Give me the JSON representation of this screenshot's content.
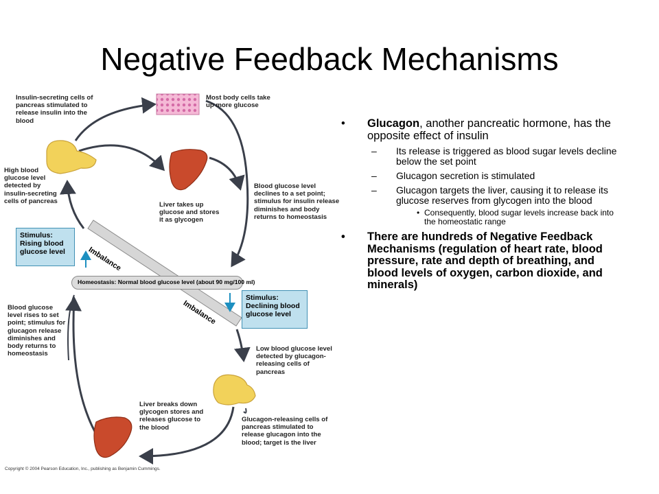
{
  "title": "Negative Feedback Mechanisms",
  "diagram": {
    "label_insulin_cells": "Insulin-secreting cells of pancreas stimulated to release insulin into the blood",
    "label_body_cells": "Most body cells take up more glucose",
    "label_high_glucose": "High blood glucose level detected by insulin-secreting cells of pancreas",
    "label_liver_takes_up": "Liver takes up glucose and stores it as glycogen",
    "label_declines": "Blood glucose level declines to a set point; stimulus for insulin release diminishes and body returns to homeostasis",
    "stimulus_rising": "Stimulus: Rising blood glucose level",
    "imbalance_top": "Imbalance",
    "homeostasis": "Homeostasis: Normal blood glucose level (about 90 mg/100 ml)",
    "imbalance_bottom": "Imbalance",
    "stimulus_declining": "Stimulus: Declining blood glucose level",
    "label_rises": "Blood glucose level rises to set point; stimulus for glucagon release diminishes and body returns to homeostasis",
    "label_low_glucose": "Low blood glucose level detected by glucagon-releasing cells of pancreas",
    "label_liver_breaks": "Liver breaks down glycogen stores and releases glucose to the blood",
    "label_glucagon_cells": "Glucagon-releasing cells of pancreas stimulated to release glucagon into the blood; target is the liver",
    "copyright": "Copyright © 2004 Pearson Education, Inc., publishing as Benjamin Cummings."
  },
  "bullets": {
    "b1_bold": "Glucagon",
    "b1_rest": ", another pancreatic hormone, has the opposite effect of insulin",
    "sub1": "Its release is triggered as blood sugar levels decline below the set point",
    "sub2": "Glucagon secretion is stimulated",
    "sub3": "Glucagon targets the liver, causing it to release its glucose reserves from glycogen into the blood",
    "subsub1": "Consequently, blood sugar levels increase back into the homeostatic range",
    "b2": "There are hundreds of Negative Feedback Mechanisms (regulation of heart rate, blood pressure, rate and depth of breathing, and blood levels of oxygen, carbon dioxide, and minerals)"
  },
  "markers": {
    "bullet": "•",
    "dash": "–"
  },
  "colors": {
    "stimulus_box": "#bfe0ee",
    "pancreas": "#f2d25a",
    "liver": "#c94a2c",
    "arrow": "#3a3f4a"
  }
}
